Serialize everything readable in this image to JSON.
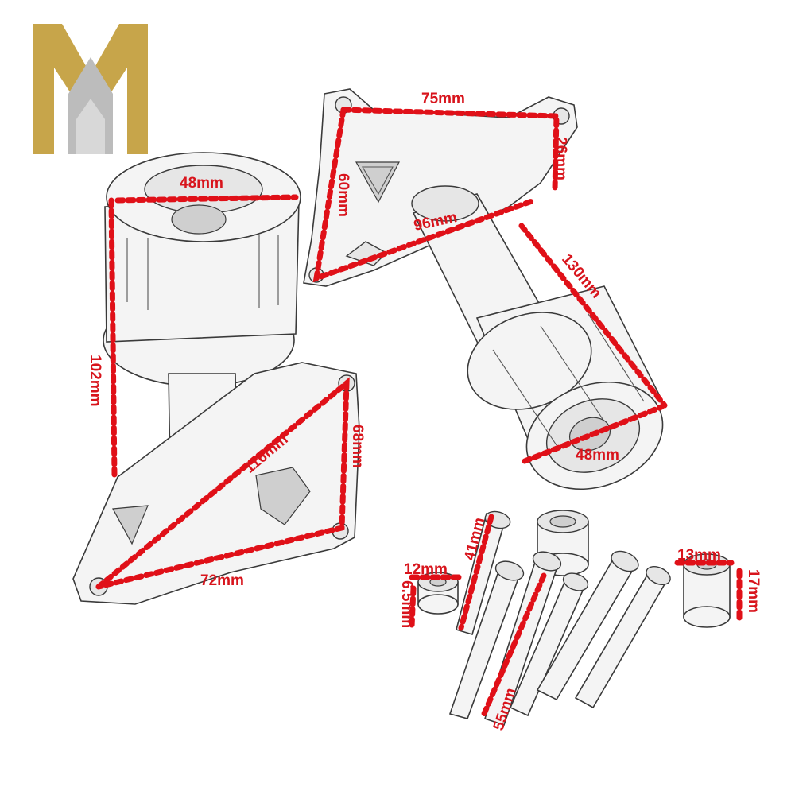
{
  "logo": {
    "letters": "M",
    "gold": "#c7a54a",
    "silver": "#b9b9b9"
  },
  "colors": {
    "dimension": "#d8141c",
    "outline": "#3a3a3a",
    "background": "#ffffff"
  },
  "dimensions": {
    "top_plate_width": "75mm",
    "top_plate_right": "26mm",
    "top_plate_left": "60mm",
    "top_plate_diag": "96mm",
    "right_slider_len": "130mm",
    "right_cap_dia": "48mm",
    "left_cap_dia": "48mm",
    "left_slider_len": "102mm",
    "bottom_plate_diag": "116mm",
    "bottom_plate_right": "68mm",
    "bottom_plate_width": "72mm",
    "washer_dia": "12mm",
    "washer_height": "6.5mm",
    "short_bolt": "41mm",
    "long_bolt": "55mm",
    "spacer_dia": "13mm",
    "spacer_height": "17mm"
  }
}
